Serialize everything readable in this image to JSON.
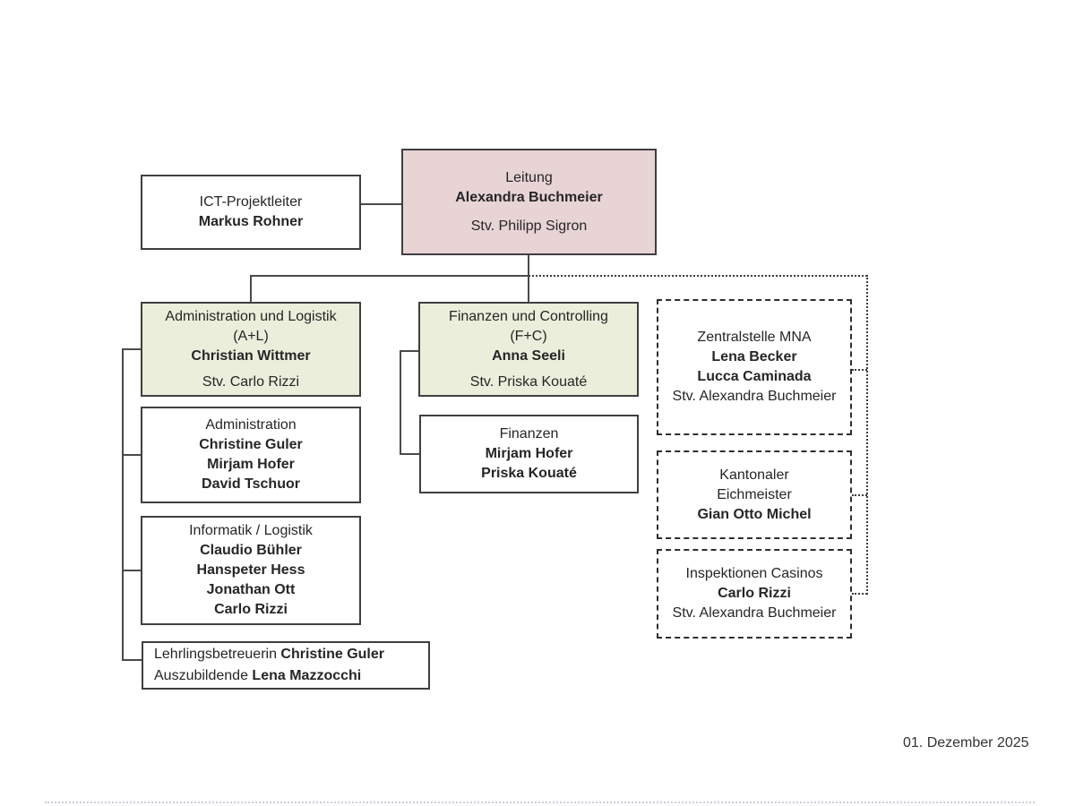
{
  "boxes": {
    "ict": {
      "lines": [
        "ICT-Projektleiter",
        "Markus Rohner"
      ]
    },
    "leitung": {
      "lines": [
        "Leitung",
        "Alexandra Buchmeier",
        "Stv. Philipp Sigron"
      ]
    },
    "al": {
      "lines": [
        "Administration und Logistik",
        "(A+L)",
        "Christian Wittmer",
        "Stv. Carlo Rizzi"
      ]
    },
    "fc": {
      "lines": [
        "Finanzen und Controlling",
        "(F+C)",
        "Anna Seeli",
        "Stv. Priska Kouaté"
      ]
    },
    "zentralstelle": {
      "lines": [
        "Zentralstelle MNA",
        "Lena Becker",
        "Lucca Caminada",
        "Stv. Alexandra Buchmeier"
      ]
    },
    "eichmeister": {
      "lines": [
        "Kantonaler",
        "Eichmeister",
        "Gian Otto Michel"
      ]
    },
    "casinos": {
      "lines": [
        "Inspektionen Casinos",
        "Carlo Rizzi",
        "Stv. Alexandra Buchmeier"
      ]
    },
    "administration": {
      "lines": [
        "Administration",
        "Christine Guler",
        "Mirjam Hofer",
        "David Tschuor"
      ]
    },
    "informatik": {
      "lines": [
        "Informatik / Logistik",
        "Claudio Bühler",
        "Hanspeter Hess",
        "Jonathan Ott",
        "Carlo Rizzi"
      ]
    },
    "finanzen": {
      "lines": [
        "Finanzen",
        "Mirjam Hofer",
        "Priska Kouaté"
      ]
    },
    "lehrlinge": {
      "line1_prefix": "Lehrlingsbetreuerin ",
      "line1_name": "Christine Guler",
      "line2_prefix": "Auszubildende ",
      "line2_name": "Lena Mazzocchi"
    }
  },
  "colors": {
    "leader_box_bg": "#e8d3d5",
    "department_box_bg": "#eaeedb",
    "box_border": "#3f3f3f",
    "connector_line": "#4a4a4a",
    "bottom_rule": "#c9cfdb"
  },
  "footer": {
    "date": "01. Dezember 2025"
  }
}
